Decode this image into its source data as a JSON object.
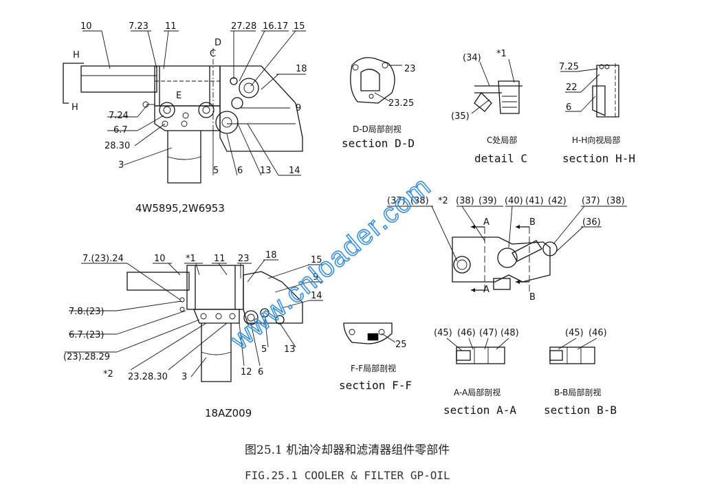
{
  "view1": {
    "labels": [
      "10",
      "7.23",
      "11",
      "27.28",
      "16.17",
      "15",
      "18",
      "9",
      "14",
      "13",
      "6",
      "5",
      "3",
      "28.30",
      "6.7",
      "7.24",
      "H",
      "H",
      "D",
      "C",
      "E"
    ],
    "model": "4W5895,2W6953"
  },
  "view2": {
    "labels": [
      "7.(23).24",
      "10",
      "*1",
      "11",
      "23",
      "18",
      "15",
      "9",
      "14",
      "13",
      "6",
      "5",
      "12",
      "3",
      "23.28.30",
      "*2",
      "(23).28.29",
      "6.7.(23)",
      "7.8.(23)"
    ],
    "model": "18AZ009"
  },
  "section_dd": {
    "labels": [
      "23",
      "23.25"
    ],
    "title_cn": "D-D局部剖视",
    "title_en": "section D-D"
  },
  "detail_c": {
    "labels": [
      "(34)",
      "*1",
      "(35)"
    ],
    "title_cn": "C处局部",
    "title_en": "detail C"
  },
  "section_hh": {
    "labels": [
      "7.25",
      "22",
      "6"
    ],
    "title_cn": "H-H向视局部",
    "title_en": "section H-H"
  },
  "valve": {
    "labels": [
      "(37)",
      "(38)",
      "*2",
      "(38)",
      "(39)",
      "(40)",
      "(41)",
      "(42)",
      "(37)",
      "(38)",
      "(36)",
      "A",
      "A",
      "B",
      "B"
    ]
  },
  "section_ff": {
    "labels": [
      "25"
    ],
    "title_cn": "F-F局部剖视",
    "title_en": "section F-F"
  },
  "section_aa": {
    "labels": [
      "(45)",
      "(46)",
      "(47)",
      "(48)"
    ],
    "title_cn": "A-A局部剖视",
    "title_en": "section A-A"
  },
  "section_bb": {
    "labels": [
      "(45)",
      "(46)"
    ],
    "title_cn": "B-B局部剖视",
    "title_en": "section B-B"
  },
  "caption": {
    "cn": "图25.1  机油冷却器和滤清器组件零部件",
    "en": "FIG.25.1  COOLER & FILTER GP-OIL"
  },
  "watermark": "www.cnloader.com"
}
